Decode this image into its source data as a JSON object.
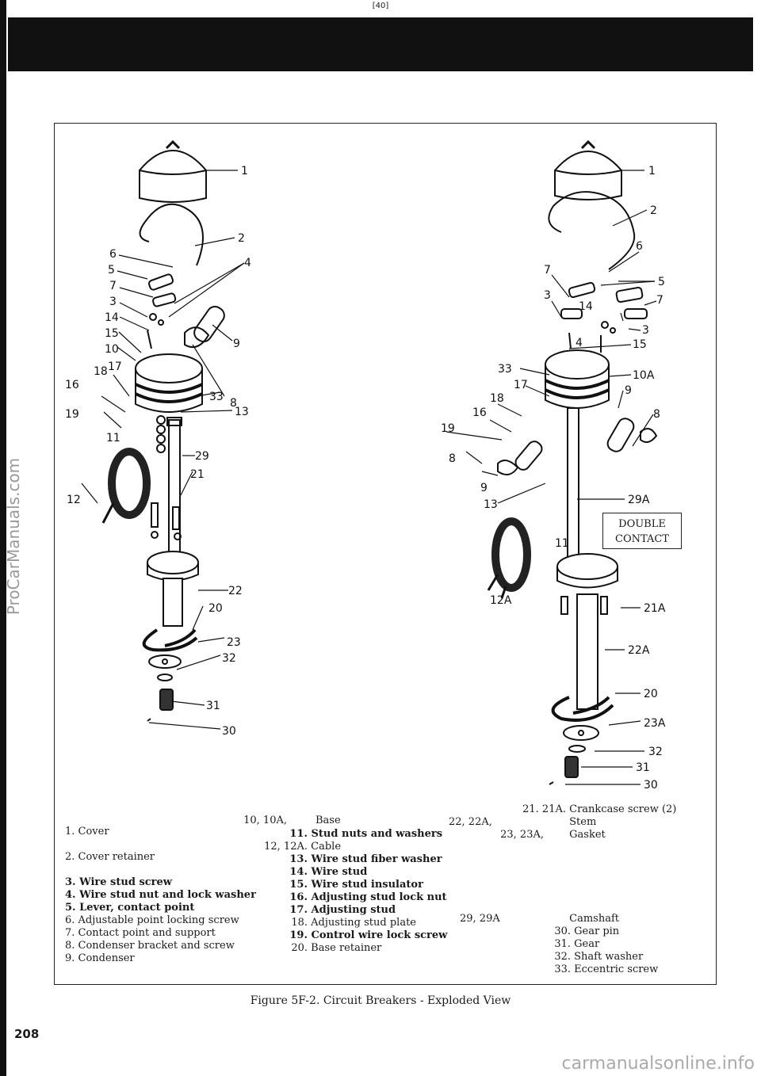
{
  "page_ref": "[40]",
  "side_watermark": "ProCarManuals.com",
  "footer_watermark": "carmanualsonline.info",
  "page_number": "208",
  "caption": "Figure 5F-2. Circuit Breakers - Exploded View",
  "double_contact": {
    "line1": "DOUBLE",
    "line2": "CONTACT"
  },
  "left_callouts": [
    "1",
    "2",
    "6",
    "5",
    "7",
    "4",
    "3",
    "14",
    "15",
    "9",
    "10",
    "17",
    "18",
    "16",
    "33",
    "8",
    "19",
    "13",
    "11",
    "29",
    "21",
    "12",
    "22",
    "20",
    "23",
    "32",
    "31",
    "30"
  ],
  "right_callouts": [
    "1",
    "2",
    "6",
    "7",
    "5",
    "3",
    "14",
    "7",
    "3",
    "4",
    "15",
    "33",
    "10A",
    "17",
    "9",
    "18",
    "16",
    "8",
    "19",
    "8",
    "9",
    "29A",
    "13",
    "11",
    "12A",
    "21A",
    "22A",
    "20",
    "23A",
    "32",
    "31",
    "30"
  ],
  "legend_col1": [
    "1. Cover",
    "2. Cover retainer",
    "3. Wire stud screw",
    "4. Wire stud nut and lock washer",
    "5. Lever, contact point",
    "6. Adjustable point locking screw",
    "7. Contact point and support",
    "8. Condenser bracket and screw",
    "9. Condenser"
  ],
  "legend_col2": {
    "r1_num": "10, 10A,",
    "r1_txt": "Base",
    "r2_num": "11.",
    "r2_txt": "Stud nuts and washers",
    "r3_num": "12, 12A.",
    "r3_txt": "Cable",
    "r4_num": "13.",
    "r4_txt": "Wire stud fiber washer",
    "r5_num": "14.",
    "r5_txt": "Wire stud",
    "r6_num": "15.",
    "r6_txt": "Wire stud insulator",
    "r7_num": "16.",
    "r7_txt": "Adjusting stud lock nut",
    "r8_num": "17.",
    "r8_txt": "Adjusting stud",
    "r9_num": "18.",
    "r9_txt": "Adjusting stud plate",
    "r10_num": "19.",
    "r10_txt": "Control wire lock screw",
    "r11_num": "20.",
    "r11_txt": "Base retainer"
  },
  "legend_col3": {
    "r1_num": "21. 21A.",
    "r1_txt": "Crankcase screw (2)",
    "r2_num": "22, 22A,",
    "r2_txt": "Stem",
    "r3_num": "23, 23A,",
    "r3_txt": "Gasket",
    "r4_num": "29, 29A",
    "r4_txt": "Camshaft",
    "r5_num": "30.",
    "r5_txt": "Gear pin",
    "r6_num": "31.",
    "r6_txt": "Gear",
    "r7_num": "32.",
    "r7_txt": "Shaft washer",
    "r8_num": "33.",
    "r8_txt": "Eccentric screw"
  }
}
